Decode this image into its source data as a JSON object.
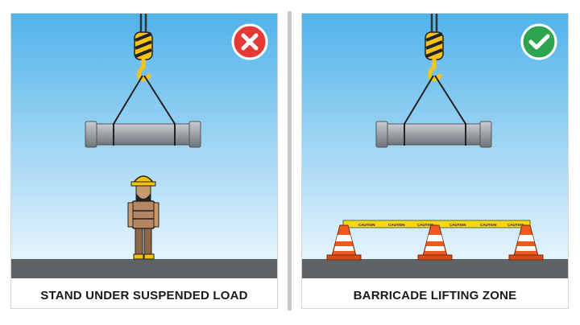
{
  "panels": [
    {
      "caption": "STAND UNDER SUSPENDED LOAD",
      "status": "incorrect",
      "badge_icon": "x-icon",
      "badge_color": "#e53935"
    },
    {
      "caption": "BARRICADE LIFTING ZONE",
      "status": "correct",
      "badge_icon": "checkmark-icon",
      "badge_color": "#2ea44f",
      "tape_label": "CAUTION"
    }
  ],
  "colors": {
    "sky_top": "#4fb2ea",
    "sky_bottom": "#e4f4fc",
    "ground": "#5e6365",
    "pipe": "#9aa0a5",
    "hook_yellow": "#f6c417",
    "cone_orange": "#ef5a21",
    "helmet_yellow": "#f5c20a"
  }
}
